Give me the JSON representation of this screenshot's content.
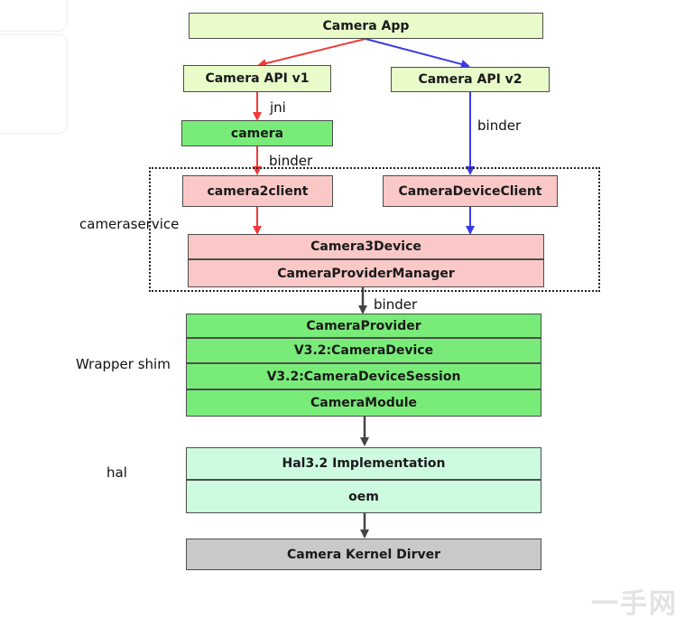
{
  "colors": {
    "red_arrow": "#ef3a3a",
    "blue_arrow": "#3a3ae6",
    "dark_arrow": "#444444",
    "lime_box": "#e8fbc9",
    "green_box": "#79eb79",
    "pink_box": "#fbc8c8",
    "mint_box": "#cdfbe0",
    "gray_box": "#c9c9c9"
  },
  "nodes": {
    "camera_app": "Camera App",
    "camera_api_v1": "Camera API v1",
    "camera_api_v2": "Camera API v2",
    "camera": "camera",
    "camera2client": "camera2client",
    "camera_device_client": "CameraDeviceClient",
    "camera3device": "Camera3Device",
    "camera_provider_manager": "CameraProviderManager",
    "camera_provider": "CameraProvider",
    "v32_camera_device": "V3.2:CameraDevice",
    "v32_camera_device_session": "V3.2:CameraDeviceSession",
    "camera_module": "CameraModule",
    "hal32_implementation": "Hal3.2 Implementation",
    "oem": "oem",
    "camera_kernel_driver": "Camera Kernel Dirver"
  },
  "edge_labels": {
    "jni": "jni",
    "binder_right": "binder",
    "binder_left": "binder",
    "binder_bottom": "binder"
  },
  "layer_labels": {
    "cameraservice": "cameraservice",
    "wrapper_shim": "Wrapper shim",
    "hal": "hal"
  },
  "watermark": "一手网"
}
